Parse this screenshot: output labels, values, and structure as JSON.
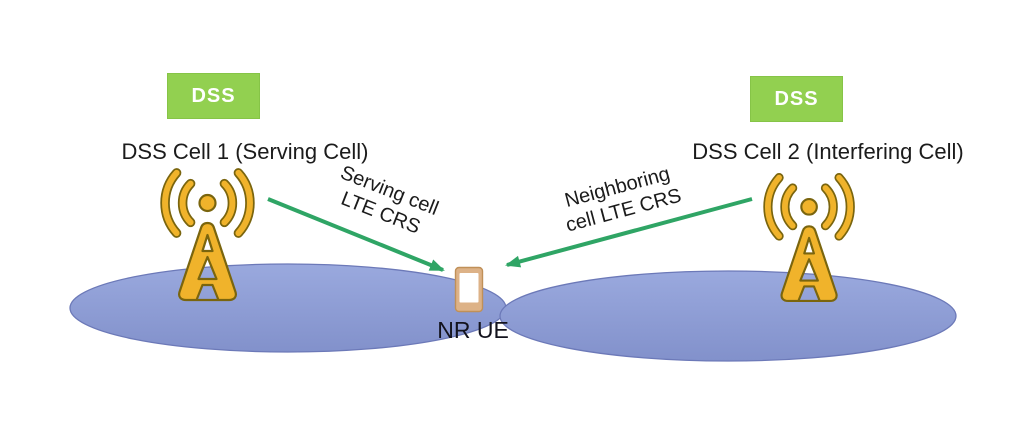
{
  "diagram": {
    "left": {
      "badge": "DSS",
      "cell_label": "DSS Cell 1 (Serving Cell)",
      "arrow_label_line1": "Serving cell",
      "arrow_label_line2": "LTE CRS"
    },
    "right": {
      "badge": "DSS",
      "cell_label": "DSS Cell 2 (Interfering Cell)",
      "arrow_label_line1": "Neighboring",
      "arrow_label_line2": "cell LTE CRS"
    },
    "ue_label": "NR UE",
    "icons": [
      "antenna-tower-icon-left",
      "antenna-tower-icon-right",
      "smartphone-icon"
    ],
    "colors": {
      "background": "#FFFFFF",
      "dss_badge_green": "#92D050",
      "badge_text": "#FFFFFF",
      "arrow_green": "#2FA565",
      "cell_ellipse_fill_top": "#9AA9DE",
      "cell_ellipse_fill_bottom": "#8291CB",
      "cell_ellipse_border": "#6C79B8",
      "tower_gold": "#F0B32B",
      "tower_outline": "#7A650E",
      "phone_frame_tan": "#DDB287",
      "phone_outline": "#C09058",
      "label_text": "#1B1B1B"
    }
  }
}
